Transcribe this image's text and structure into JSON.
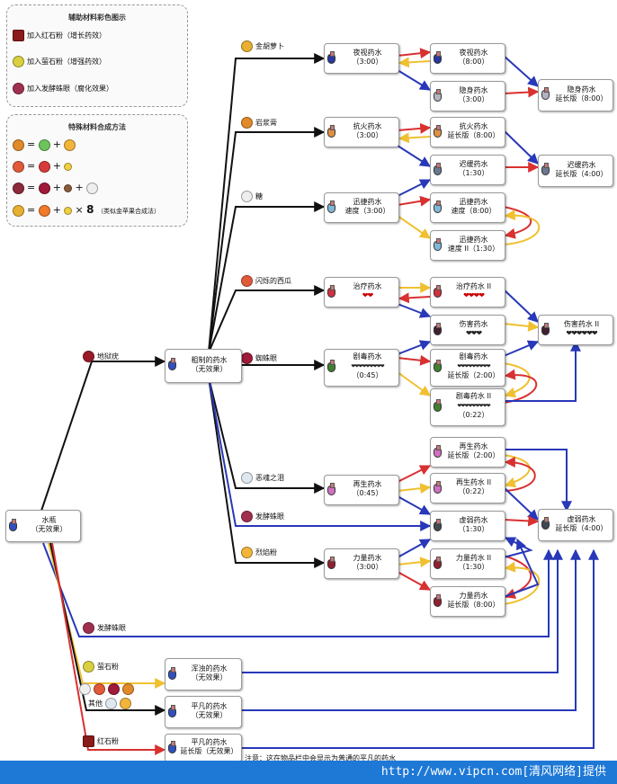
{
  "legend1": {
    "title": "辅助材料彩色图示",
    "items": [
      {
        "label": "加入红石粉（增长药效）",
        "color": "#d93030"
      },
      {
        "label": "加入萤石粉（增强药效）",
        "color": "#f0c030"
      },
      {
        "label": "加入发酵蛛眼（腐化效果）",
        "color": "#2838b8"
      }
    ]
  },
  "legend2": {
    "title": "特殊材料合成方法",
    "x8": "× 8",
    "x8_note": "（类似金苹果合成法）"
  },
  "ingredients": {
    "carrot": "金胡萝卜",
    "magma": "岩浆膏",
    "sugar": "糖",
    "melon": "闪烁的西瓜",
    "spider": "蜘蛛眼",
    "ghast": "恶魂之泪",
    "fermented1": "发酵蛛眼",
    "blaze": "烈焰粉",
    "netherwart": "地狱疣",
    "fermented2": "发酵蛛眼",
    "glowstone": "萤石粉",
    "other": "其他",
    "redstone": "红石粉"
  },
  "potions": {
    "water": [
      "水瓶",
      "（无效果）"
    ],
    "awkward": [
      "粗制的药水",
      "（无效果）"
    ],
    "nv1": [
      "夜视药水",
      "（3:00）"
    ],
    "nv2": [
      "夜视药水",
      "（8:00）"
    ],
    "inv1": [
      "隐身药水",
      "（3:00）"
    ],
    "inv2": [
      "隐身药水",
      "延长版（8:00）"
    ],
    "fr1": [
      "抗火药水",
      "（3:00）"
    ],
    "fr2": [
      "抗火药水",
      "延长版（8:00）"
    ],
    "sl1": [
      "迟缓药水",
      "（1:30）"
    ],
    "sl2": [
      "迟缓药水",
      "延长版（4:00）"
    ],
    "sp1": [
      "迅捷药水",
      "速度（3:00）"
    ],
    "sp2": [
      "迅捷药水",
      "速度（8:00）"
    ],
    "sp3": [
      "迅捷药水",
      "速度 II（1:30）"
    ],
    "heal1": [
      "治疗药水",
      "❤❤"
    ],
    "heal2": [
      "治疗药水 II",
      "❤❤❤❤"
    ],
    "harm1": [
      "伤害药水",
      "❤❤❤"
    ],
    "harm2": [
      "伤害药水 II",
      "❤❤❤❤❤❤"
    ],
    "poi1": [
      "剧毒药水",
      "❤❤❤❤❤❤❤❤❤",
      "（0:45）"
    ],
    "poi2": [
      "剧毒药水",
      "❤❤❤❤❤❤❤❤❤",
      "延长版（2:00）"
    ],
    "poi3": [
      "剧毒药水 II",
      "❤❤❤❤❤❤❤❤❤",
      "（0:22）"
    ],
    "reg1": [
      "再生药水",
      "（0:45）"
    ],
    "reg2": [
      "再生药水",
      "延长版（2:00）"
    ],
    "reg3": [
      "再生药水 II",
      "（0:22）"
    ],
    "wk1": [
      "虚弱药水",
      "（1:30）"
    ],
    "wk2": [
      "虚弱药水",
      "延长版（4:00）"
    ],
    "st1": [
      "力量药水",
      "（3:00）"
    ],
    "st2": [
      "力量药水 II",
      "（1:30）"
    ],
    "st3": [
      "力量药水",
      "延长版（8:00）"
    ],
    "thick": [
      "浑浊的药水",
      "（无效果）"
    ],
    "mundane1": [
      "平凡的药水",
      "（无效果）"
    ],
    "mundane2": [
      "平凡的药水",
      "延长版（无效果）"
    ]
  },
  "note": "注意：这在物品栏中会显示为普通的平凡的药水",
  "footer": "http://www.vipcn.com[清风网络]提供"
}
